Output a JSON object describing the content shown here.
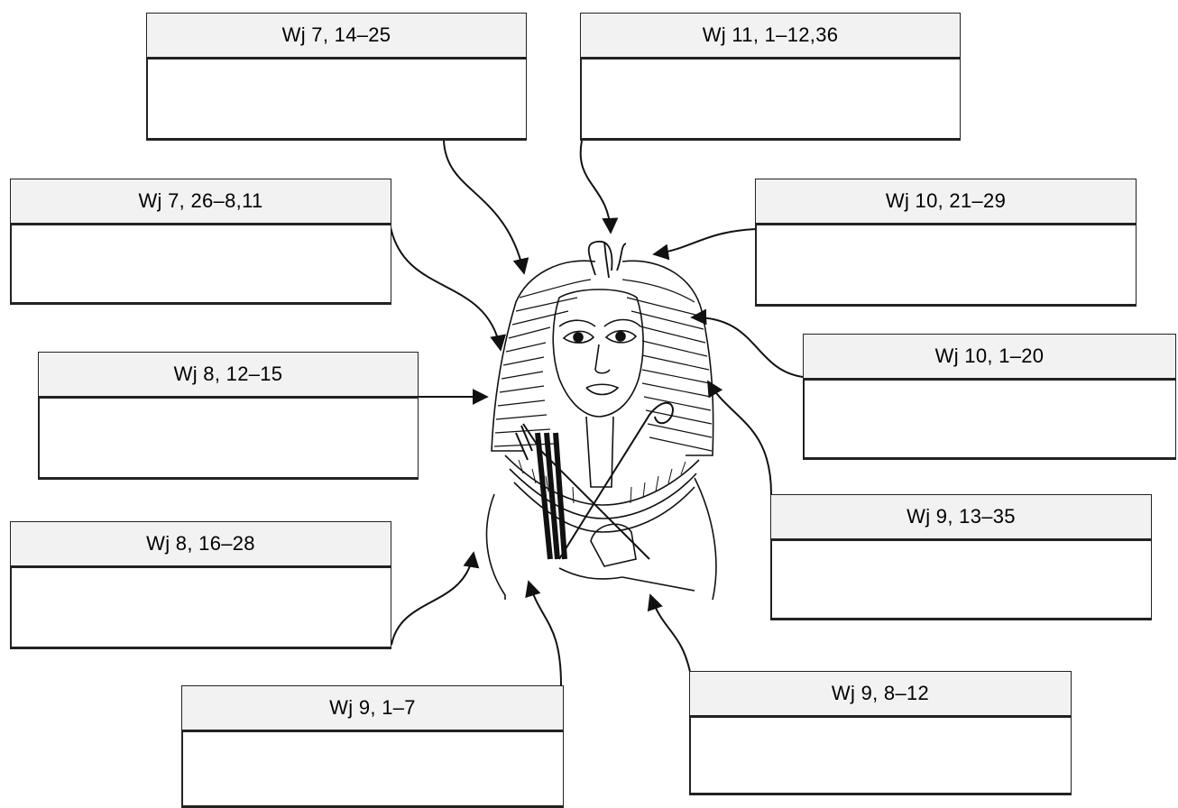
{
  "boxes": [
    {
      "id": "wj7-14-25",
      "label": "Wj 7, 14–25",
      "answer": ""
    },
    {
      "id": "wj11-1-12-36",
      "label": "Wj 11, 1–12,36",
      "answer": ""
    },
    {
      "id": "wj7-26-8-11",
      "label": "Wj 7, 26–8,11",
      "answer": ""
    },
    {
      "id": "wj10-21-29",
      "label": "Wj 10, 21–29",
      "answer": ""
    },
    {
      "id": "wj10-1-20",
      "label": "Wj 10, 1–20",
      "answer": ""
    },
    {
      "id": "wj8-12-15",
      "label": "Wj 8, 12–15",
      "answer": ""
    },
    {
      "id": "wj9-13-35",
      "label": "Wj 9, 13–35",
      "answer": ""
    },
    {
      "id": "wj8-16-28",
      "label": "Wj 8, 16–28",
      "answer": ""
    },
    {
      "id": "wj9-1-7",
      "label": "Wj 9, 1–7",
      "answer": ""
    },
    {
      "id": "wj9-8-12",
      "label": "Wj 9, 8–12",
      "answer": ""
    }
  ]
}
